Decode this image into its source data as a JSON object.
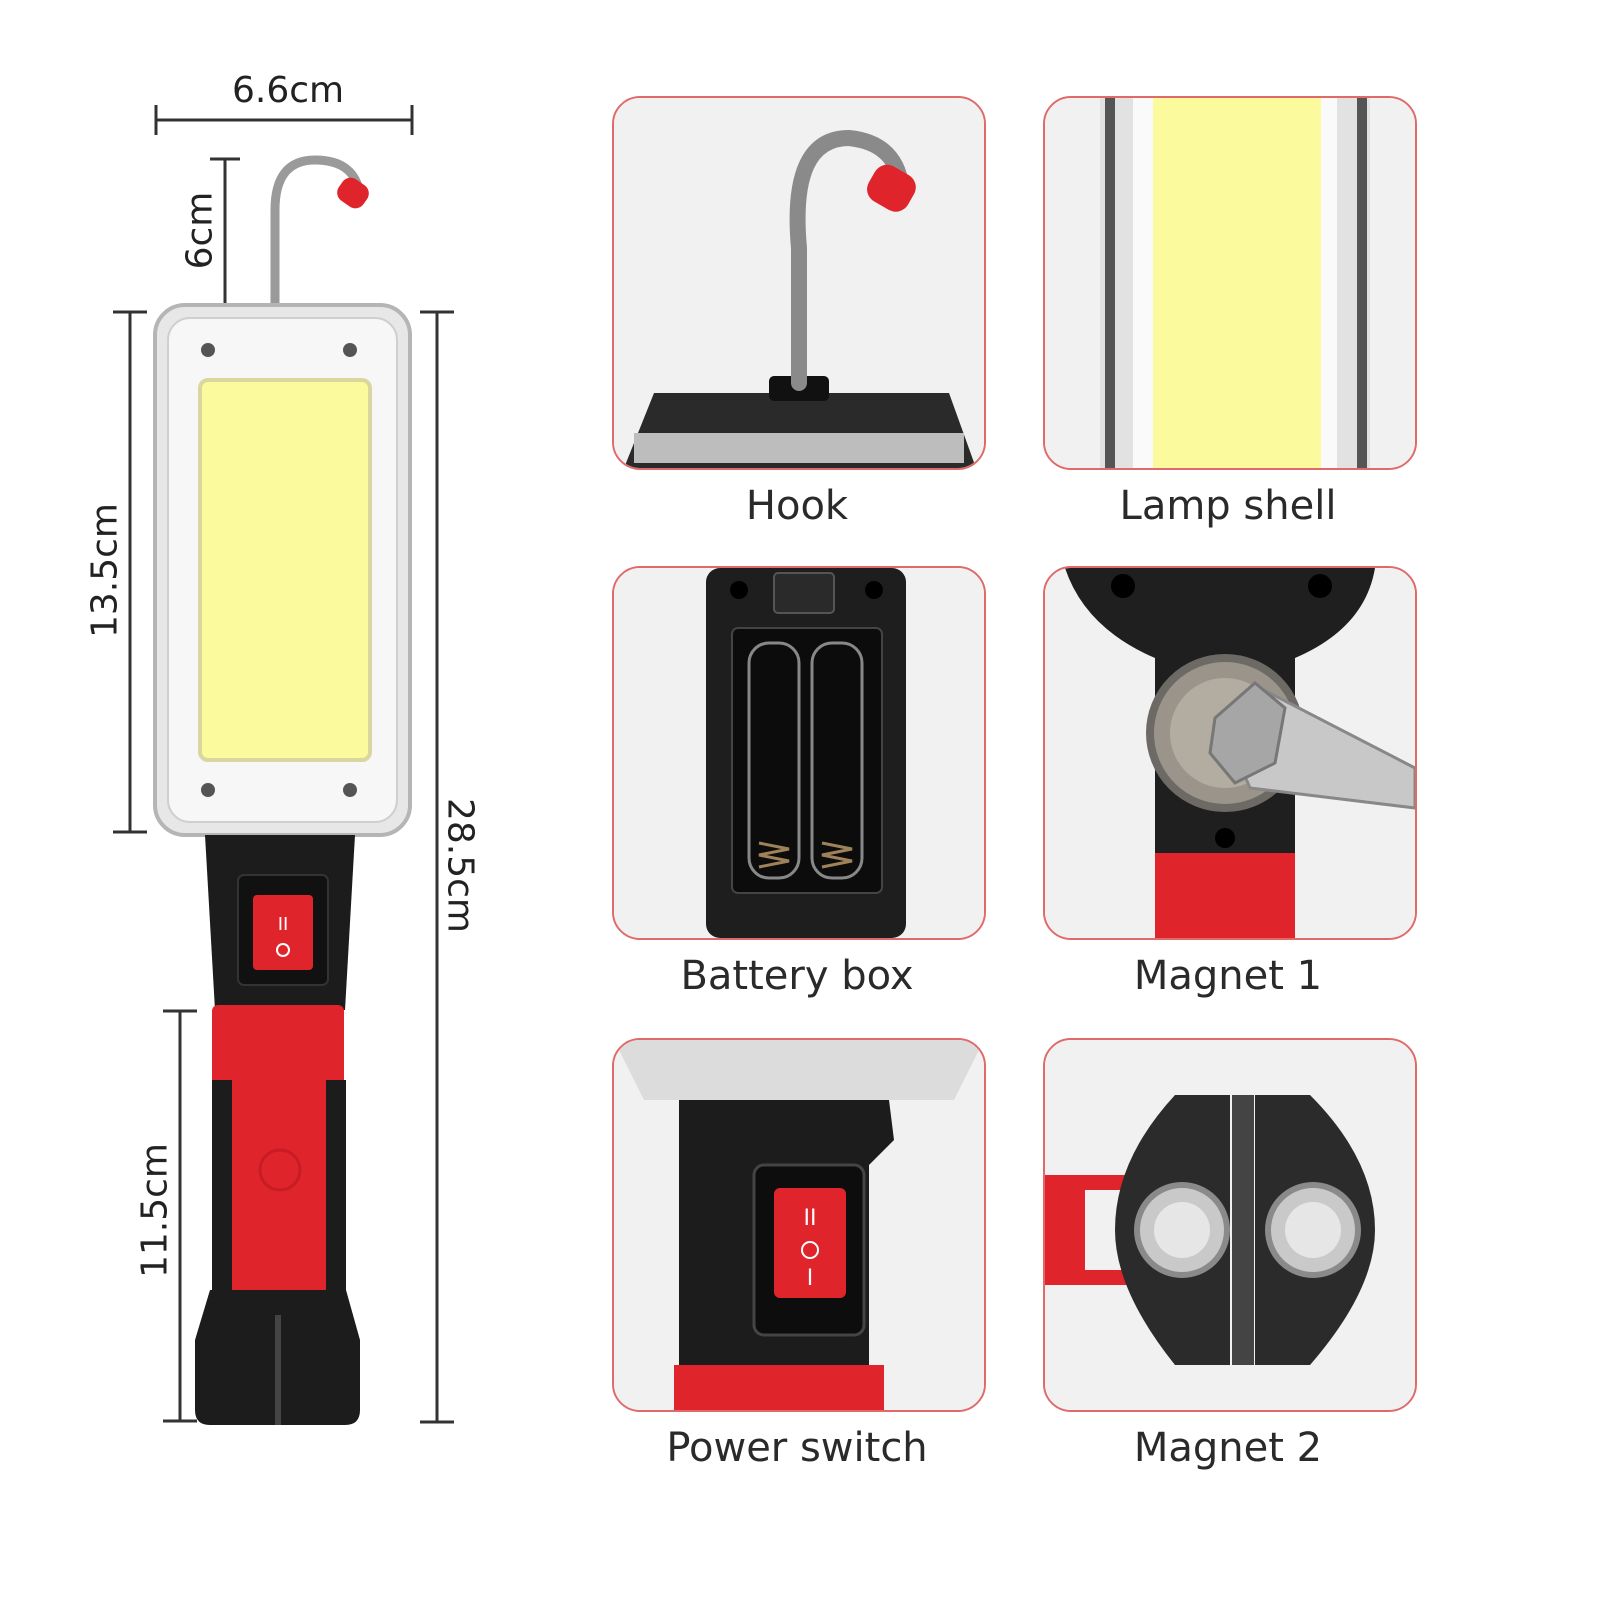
{
  "dimensions": {
    "width": "6.6cm",
    "hook_height": "6cm",
    "lamp_height": "13.5cm",
    "total_length": "28.5cm",
    "handle_length": "11.5cm"
  },
  "features": [
    {
      "label": "Hook"
    },
    {
      "label": "Lamp shell"
    },
    {
      "label": "Battery box"
    },
    {
      "label": "Magnet 1"
    },
    {
      "label": "Power switch"
    },
    {
      "label": "Magnet 2"
    }
  ],
  "colors": {
    "accent_red": "#e0242c",
    "panel_border": "#e06a6a",
    "led_yellow": "#fbfa9c",
    "body_black": "#1c1c1c"
  }
}
